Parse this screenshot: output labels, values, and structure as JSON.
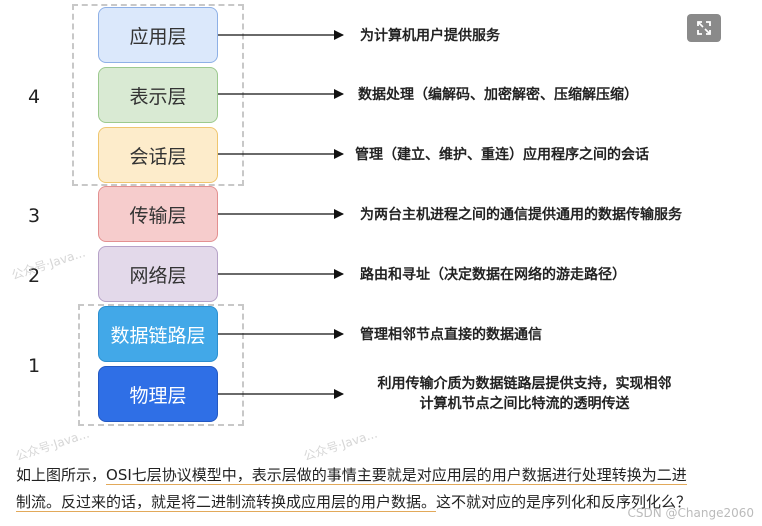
{
  "layers": [
    {
      "name": "应用层",
      "desc": "为计算机用户提供服务",
      "fill": "#dbe8fb",
      "border": "#8eb0e6"
    },
    {
      "name": "表示层",
      "desc": "数据处理（编解码、加密解密、压缩解压缩）",
      "fill": "#d9ead3",
      "border": "#9cc98e"
    },
    {
      "name": "会话层",
      "desc": "管理（建立、维护、重连）应用程序之间的会话",
      "fill": "#fdeccb",
      "border": "#efc66f"
    },
    {
      "name": "传输层",
      "desc": "为两台主机进程之间的通信提供通用的数据传输服务",
      "fill": "#f6cccc",
      "border": "#e39090"
    },
    {
      "name": "网络层",
      "desc": "路由和寻址（决定数据在网络的游走路径）",
      "fill": "#e3d9ea",
      "border": "#b6a2c8"
    },
    {
      "name": "数据链路层",
      "desc": "管理相邻节点直接的数据通信",
      "fill": "#42a8e8",
      "border": "#2b8fd0"
    },
    {
      "name": "物理层",
      "desc_line1": "利用传输介质为数据链路层提供支持，实现相邻",
      "desc_line2": "计算机节点之间比特流的透明传送",
      "fill": "#2f6fe6",
      "border": "#2358c2"
    }
  ],
  "group_numbers": [
    "4",
    "3",
    "2",
    "1"
  ],
  "caption": {
    "line1_a": "如上图所示，",
    "line1_b": "OSI七层协议模型中，表示层做的事情主要就是对应用层的用户数据进行处理转换为二进",
    "line2_a": "制流。反过来的话，就是将二进制流转换成应用层的用户数据。",
    "line2_b": "这不就对应的是序列化和反序列化么？"
  },
  "watermark": "公众号·Java...",
  "credit": "CSDN @Change2060",
  "icons": {
    "expand": "expand-icon"
  }
}
